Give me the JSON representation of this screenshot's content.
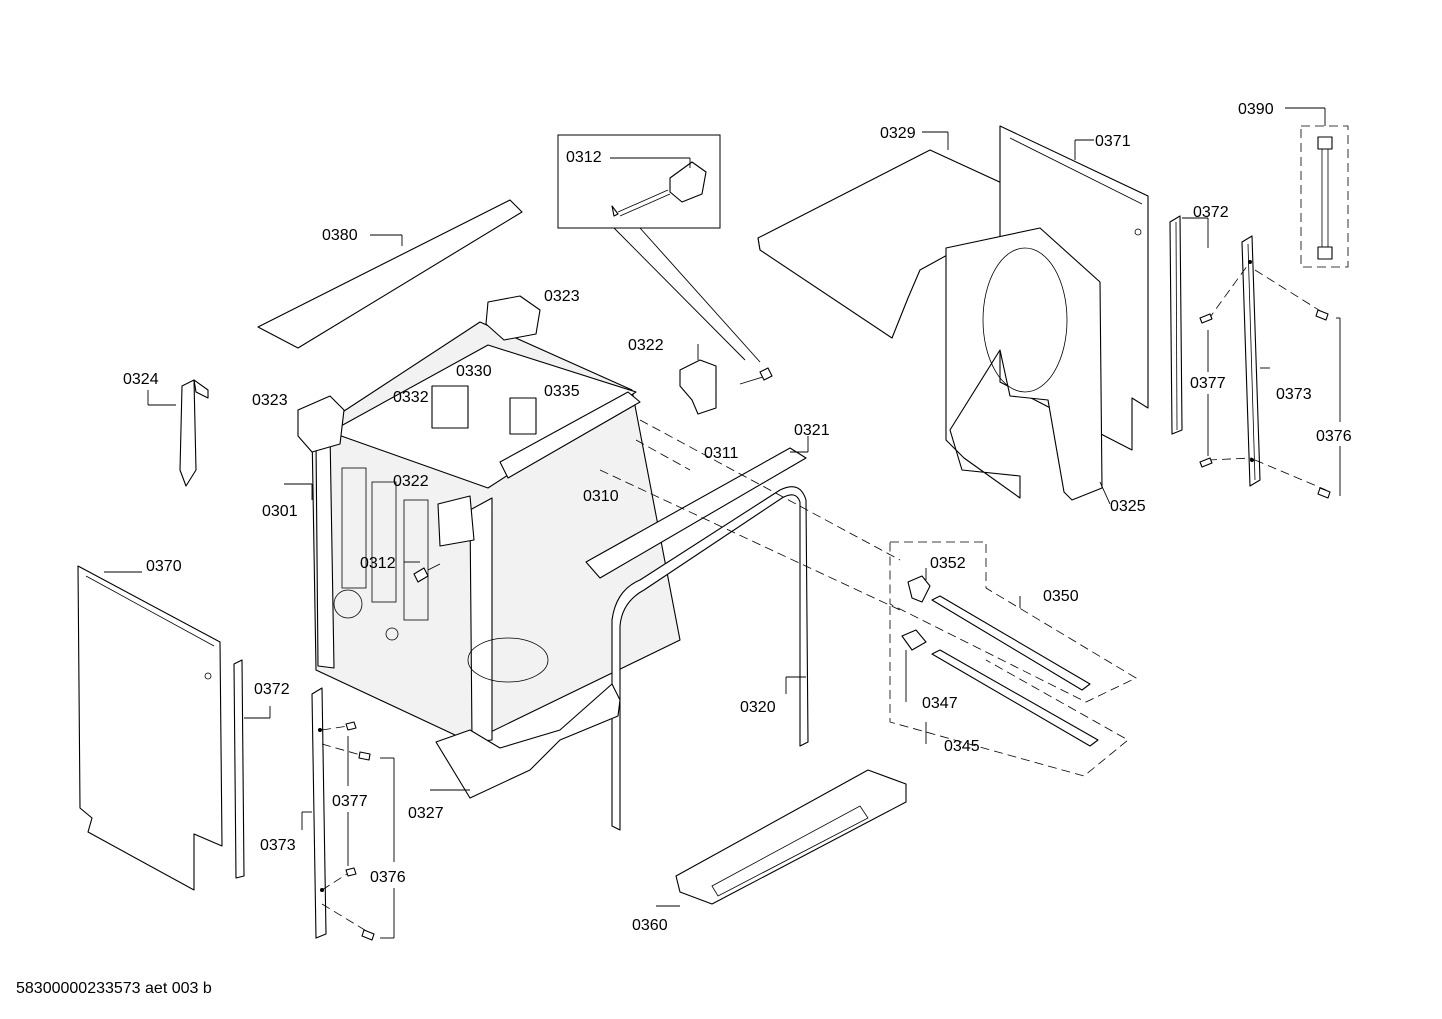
{
  "document_id": "58300000233573 aet 003 b",
  "colors": {
    "line": "#000000",
    "background": "#ffffff",
    "shade": "#f2f2f2"
  },
  "labels": {
    "p0390": "0390",
    "p0329": "0329",
    "p0371": "0371",
    "p0312_inset": "0312",
    "p0372_right": "0372",
    "p0380": "0380",
    "p0323_top": "0323",
    "p0322_top": "0322",
    "p0324": "0324",
    "p0330": "0330",
    "p0335": "0335",
    "p0332": "0332",
    "p0323_left": "0323",
    "p0377_right": "0377",
    "p0373_right": "0373",
    "p0321": "0321",
    "p0311": "0311",
    "p0376_right": "0376",
    "p0322_mid": "0322",
    "p0310": "0310",
    "p0301": "0301",
    "p0325": "0325",
    "p0352": "0352",
    "p0370": "0370",
    "p0312_mid": "0312",
    "p0350": "0350",
    "p0372_left": "0372",
    "p0320": "0320",
    "p0347": "0347",
    "p0345": "0345",
    "p0377_left": "0377",
    "p0327": "0327",
    "p0373_left": "0373",
    "p0376_left": "0376",
    "p0360": "0360"
  }
}
